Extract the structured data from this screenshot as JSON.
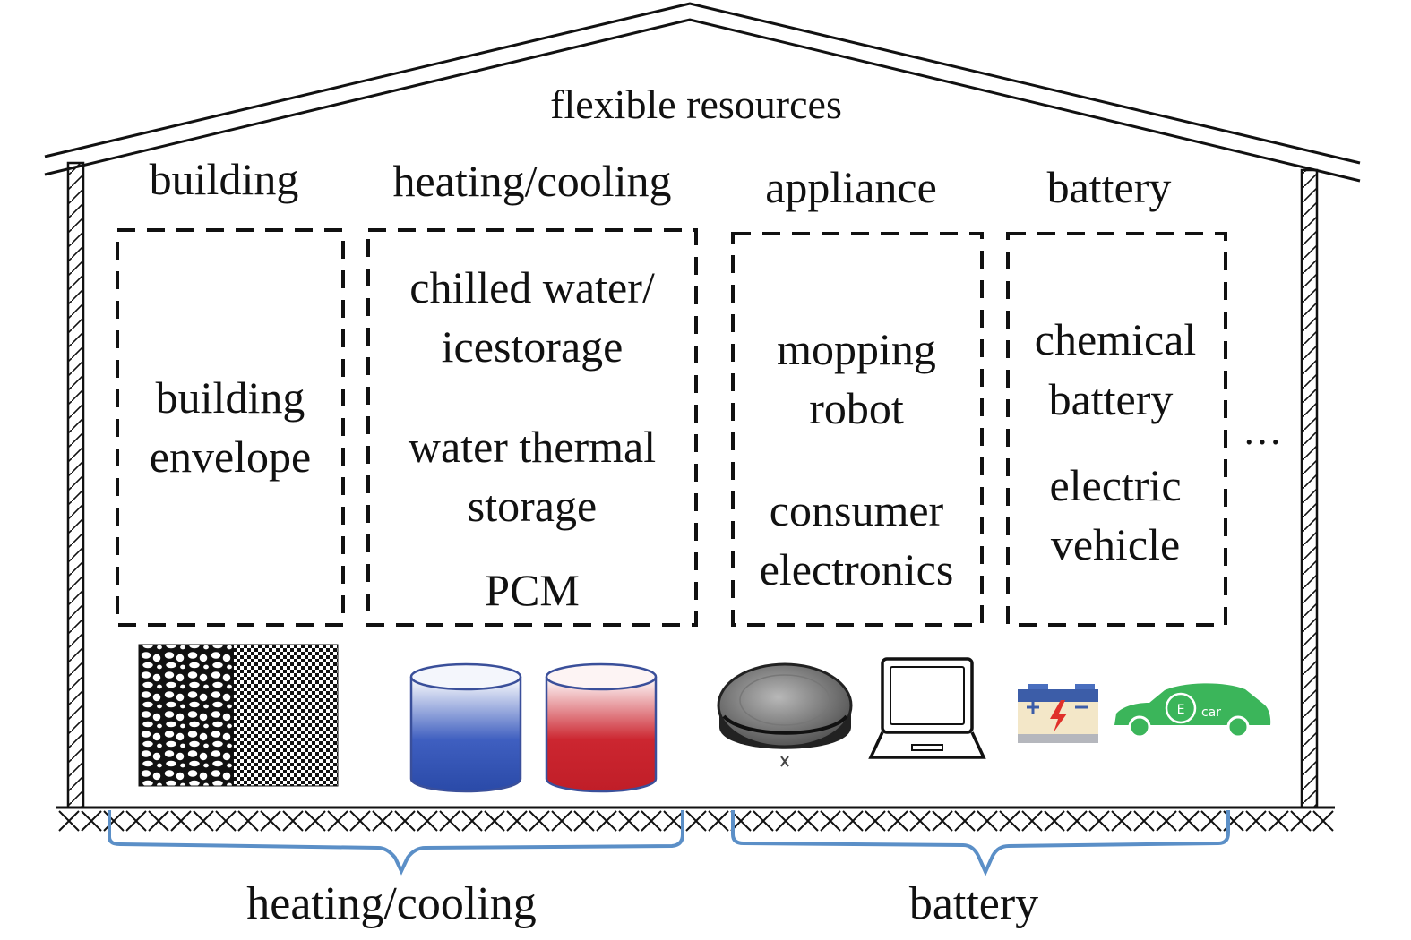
{
  "title": "flexible resources",
  "categories": {
    "building": "building",
    "heating_cooling": "heating/cooling",
    "appliance": "appliance",
    "battery": "battery"
  },
  "building_box": {
    "line1": "building",
    "line2": "envelope"
  },
  "heating_box": {
    "chilled_line1": "chilled water/",
    "chilled_line2": "icestorage",
    "thermal_line1": "water thermal",
    "thermal_line2": "storage",
    "pcm": "PCM"
  },
  "appliance_box": {
    "mopping_line1": "mopping",
    "mopping_line2": "robot",
    "consumer_line1": "consumer",
    "consumer_line2": "electronics"
  },
  "battery_box": {
    "chemical_line1": "chemical",
    "chemical_line2": "battery",
    "ev_line1": "electric",
    "ev_line2": "vehicle"
  },
  "ellipsis": "…",
  "ev_badge": "car",
  "groups": {
    "left": "heating/cooling",
    "right": "battery"
  },
  "colors": {
    "line": "#111111",
    "brace": "#5b8fc7",
    "cold_tank": "#2f4fb0",
    "hot_tank": "#c8202a",
    "ev_green": "#3bb55a",
    "battery_red": "#e0302a"
  },
  "icons": [
    "building-envelope-texture-icon",
    "cold-water-tank-icon",
    "hot-water-tank-icon",
    "robot-vacuum-icon",
    "laptop-icon",
    "car-battery-icon",
    "electric-car-icon"
  ]
}
